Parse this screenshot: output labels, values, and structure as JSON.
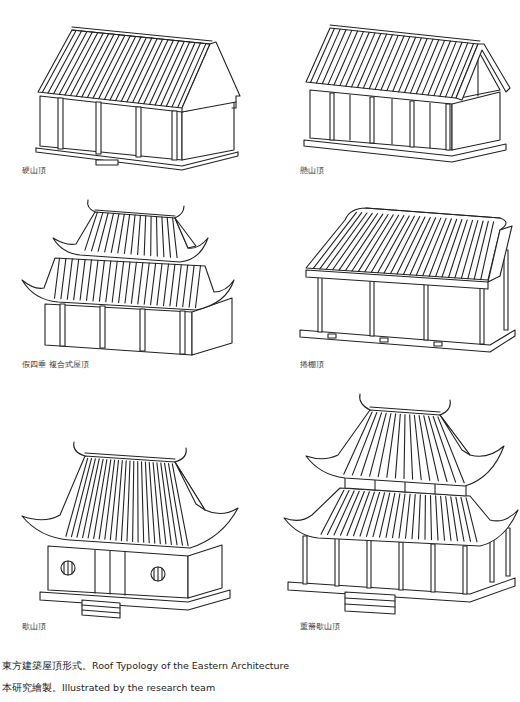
{
  "diagram": {
    "caption": "東方建築屋頂形式。Roof Typology of the Eastern Architecture",
    "labels": [
      "硬山頂",
      "懸山頂",
      "假四垂 複合式屋頂",
      "捲棚頂",
      "歇山頂",
      "重簷歇山頂",
      "本研究繪製。Illustrated by the research team"
    ]
  }
}
